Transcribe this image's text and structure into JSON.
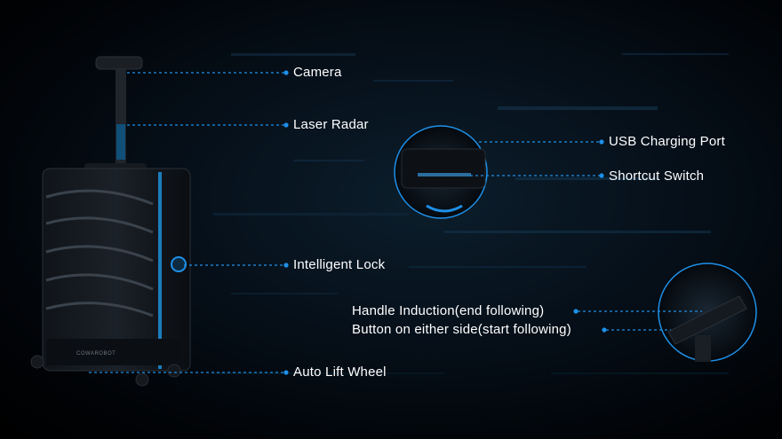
{
  "labels": {
    "camera": "Camera",
    "laser_radar": "Laser Radar",
    "usb_charging_port": "USB Charging Port",
    "shortcut_switch": "Shortcut Switch",
    "intelligent_lock": "Intelligent Lock",
    "handle_induction": "Handle Induction(end following)",
    "button_either_side": "Button on either side(start following)",
    "auto_lift_wheel": "Auto Lift Wheel"
  },
  "product_logo": "COWAROBOT",
  "colors": {
    "accent": "#1e90e8",
    "text": "#ffffff",
    "background": "#030a12"
  }
}
